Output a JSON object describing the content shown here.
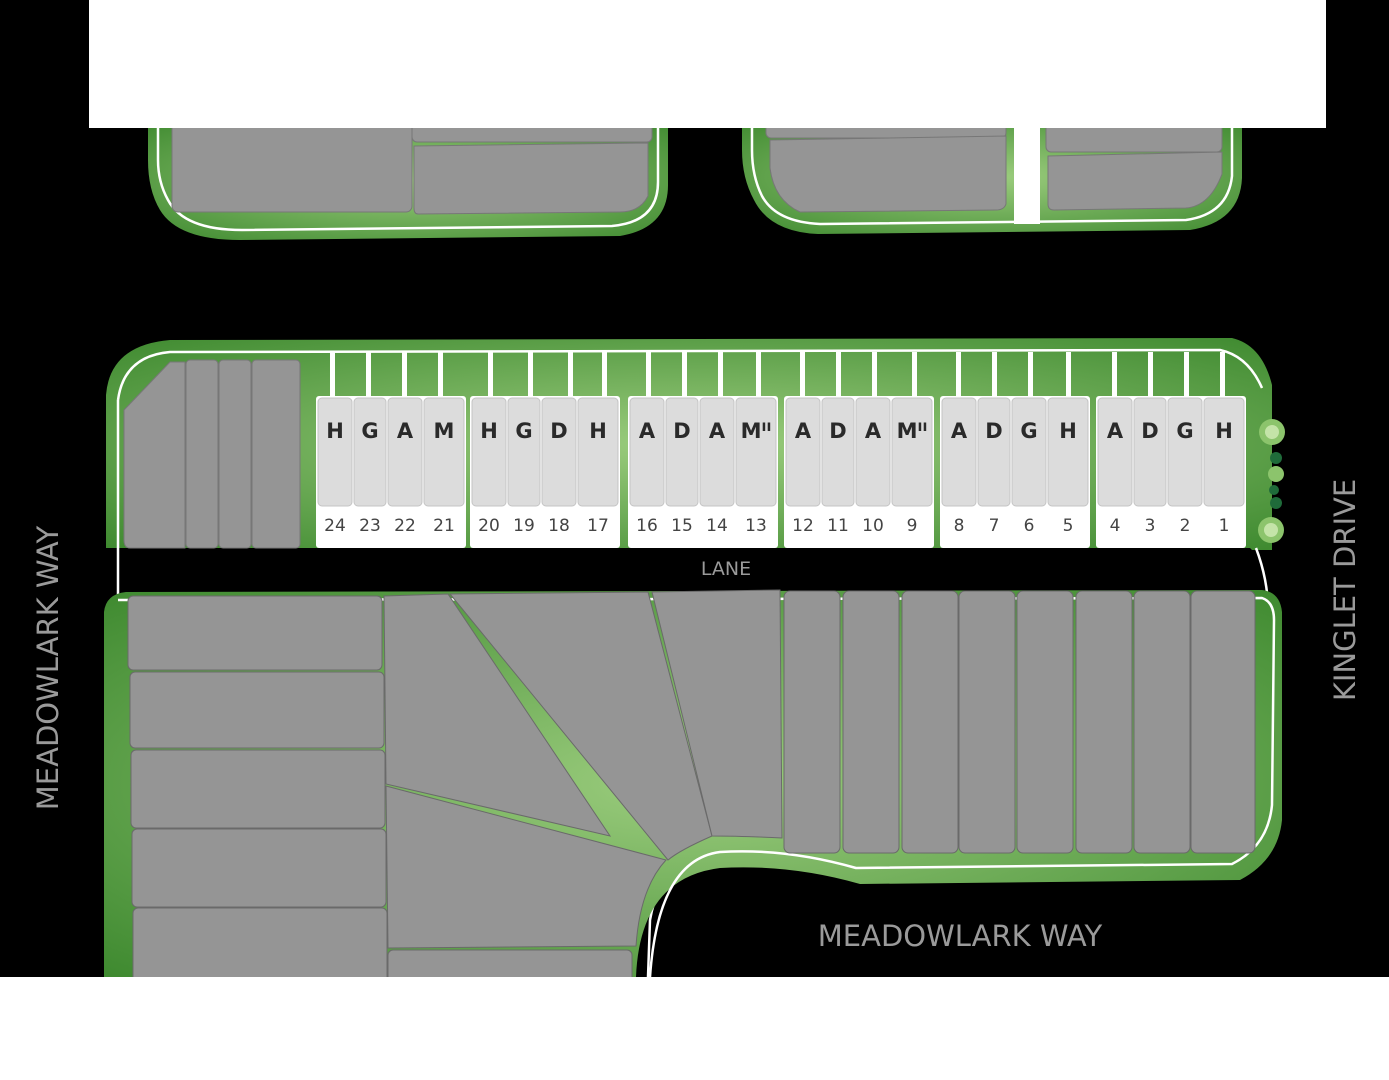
{
  "streets": {
    "left": "MEADOWLARK WAY",
    "right": "KINGLET DRIVE",
    "bottom": "MEADOWLARK WAY",
    "lane": "LANE"
  },
  "lots": [
    {
      "number": "24",
      "model": "H"
    },
    {
      "number": "23",
      "model": "G"
    },
    {
      "number": "22",
      "model": "A"
    },
    {
      "number": "21",
      "model": "M"
    },
    {
      "number": "20",
      "model": "H"
    },
    {
      "number": "19",
      "model": "G"
    },
    {
      "number": "18",
      "model": "D"
    },
    {
      "number": "17",
      "model": "H"
    },
    {
      "number": "16",
      "model": "A"
    },
    {
      "number": "15",
      "model": "D"
    },
    {
      "number": "14",
      "model": "A"
    },
    {
      "number": "13",
      "model": "Mᴵᴵ"
    },
    {
      "number": "12",
      "model": "A"
    },
    {
      "number": "11",
      "model": "D"
    },
    {
      "number": "10",
      "model": "A"
    },
    {
      "number": "9",
      "model": "Mᴵᴵ"
    },
    {
      "number": "8",
      "model": "A"
    },
    {
      "number": "7",
      "model": "D"
    },
    {
      "number": "6",
      "model": "G"
    },
    {
      "number": "5",
      "model": "H"
    },
    {
      "number": "4",
      "model": "A"
    },
    {
      "number": "3",
      "model": "D"
    },
    {
      "number": "2",
      "model": "G"
    },
    {
      "number": "1",
      "model": "H"
    }
  ],
  "colors": {
    "background": "#000000",
    "landscape_green": "#7dbb5e",
    "landscape_green_dark": "#3f8a30",
    "lot_gray": "#959595",
    "available_lot": "#dcdcdc",
    "path_white": "#ffffff"
  }
}
